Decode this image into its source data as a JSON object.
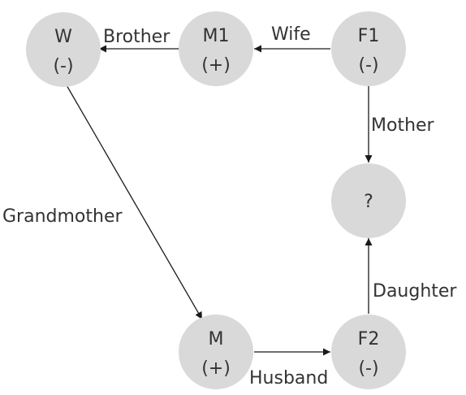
{
  "nodes": {
    "w": {
      "name": "W",
      "sign": "(-)"
    },
    "m1": {
      "name": "M1",
      "sign": "(+)"
    },
    "f1": {
      "name": "F1",
      "sign": "(-)"
    },
    "q": {
      "name": "?"
    },
    "m": {
      "name": "M",
      "sign": "(+)"
    },
    "f2": {
      "name": "F2",
      "sign": "(-)"
    }
  },
  "edges": {
    "m1_w": {
      "label": "Brother"
    },
    "f1_m1": {
      "label": "Wife"
    },
    "f1_q": {
      "label": "Mother"
    },
    "w_m": {
      "label": "Grandmother"
    },
    "m_f2": {
      "label": "Husband"
    },
    "f2_q": {
      "label": "Daughter"
    }
  },
  "colors": {
    "node_fill": "#d9d9d9",
    "text": "#333333",
    "line": "#1a1a1a"
  }
}
